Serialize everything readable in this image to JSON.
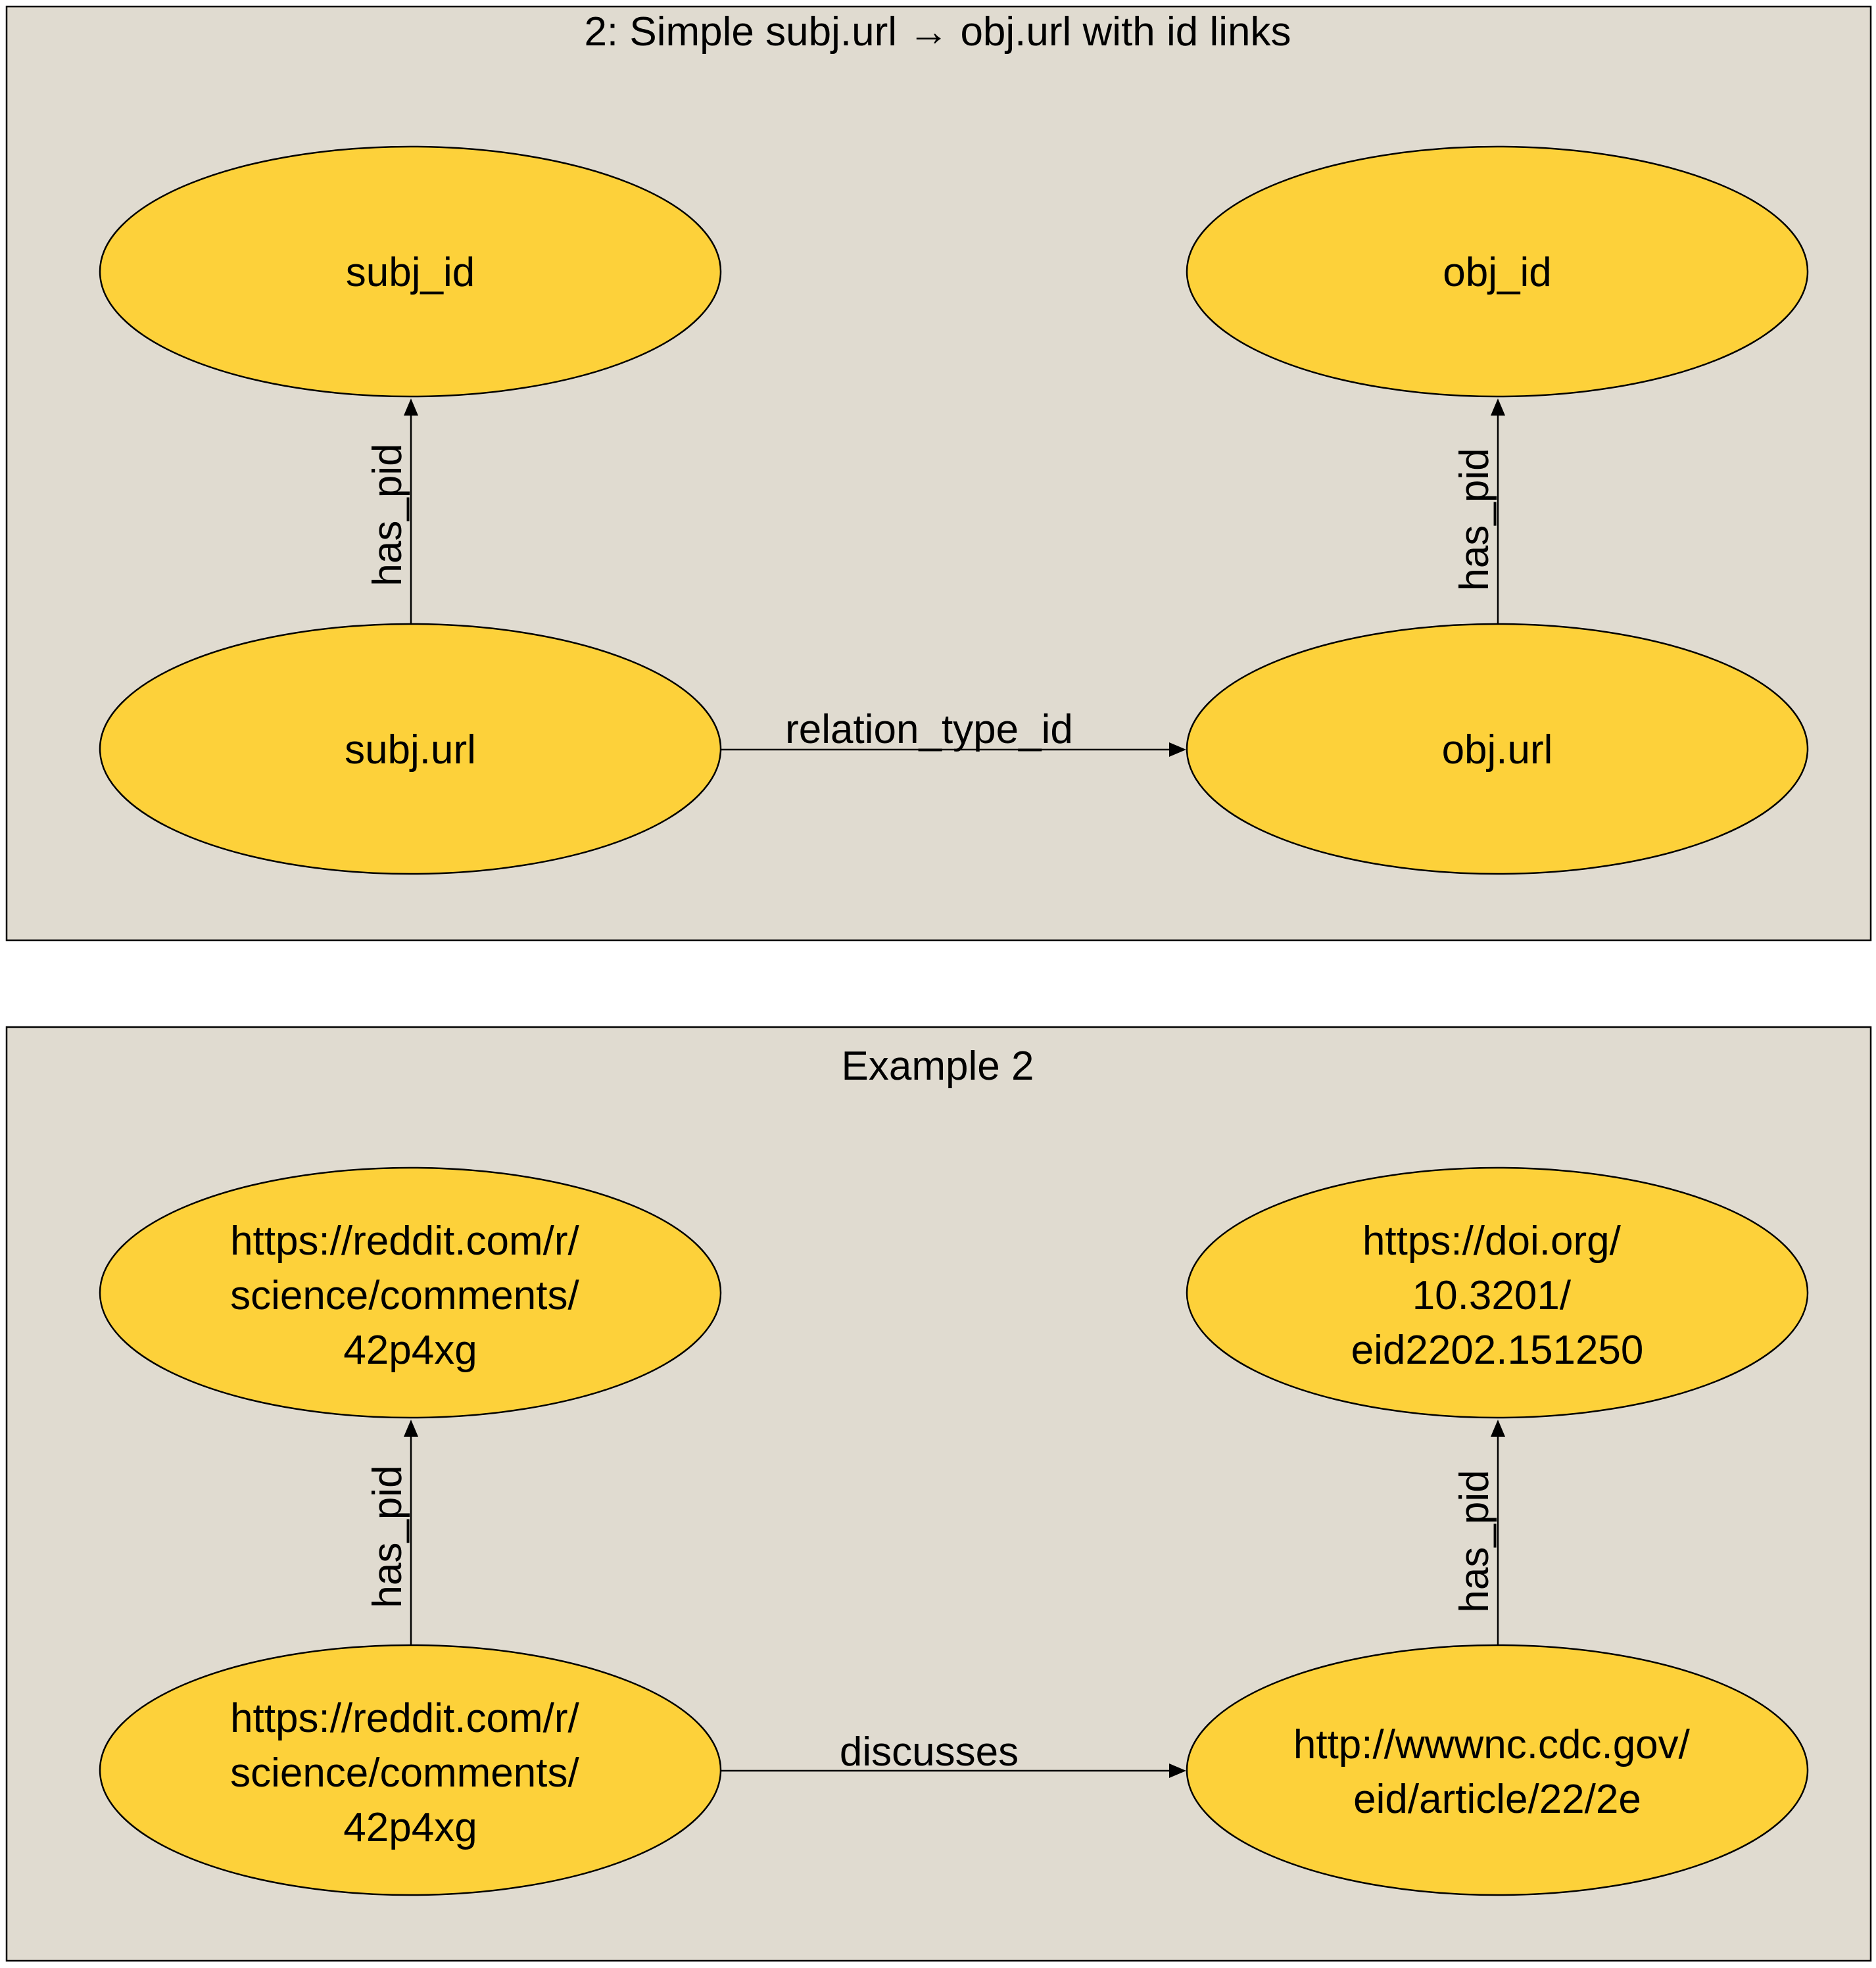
{
  "colors": {
    "panel_background": "#e0dbd0",
    "node_fill": "#fdd13a",
    "stroke": "#000000"
  },
  "panels": [
    {
      "title": "2: Simple subj.url → obj.url with id links",
      "nodes": {
        "subj_id": [
          "subj_id"
        ],
        "obj_id": [
          "obj_id"
        ],
        "subj_url": [
          "subj.url"
        ],
        "obj_url": [
          "obj.url"
        ]
      },
      "edges": {
        "subj_pid": "has_pid",
        "obj_pid": "has_pid",
        "relation": "relation_type_id"
      }
    },
    {
      "title": "Example 2",
      "nodes": {
        "subj_id": [
          "https://reddit.com/r/",
          "science/comments/",
          "42p4xg"
        ],
        "obj_id": [
          "https://doi.org/",
          "10.3201/",
          "eid2202.151250"
        ],
        "subj_url": [
          "https://reddit.com/r/",
          "science/comments/",
          "42p4xg"
        ],
        "obj_url": [
          "http://wwwnc.cdc.gov/",
          "eid/article/22/2e"
        ]
      },
      "edges": {
        "subj_pid": "has_pid",
        "obj_pid": "has_pid",
        "relation": "discusses"
      }
    }
  ]
}
